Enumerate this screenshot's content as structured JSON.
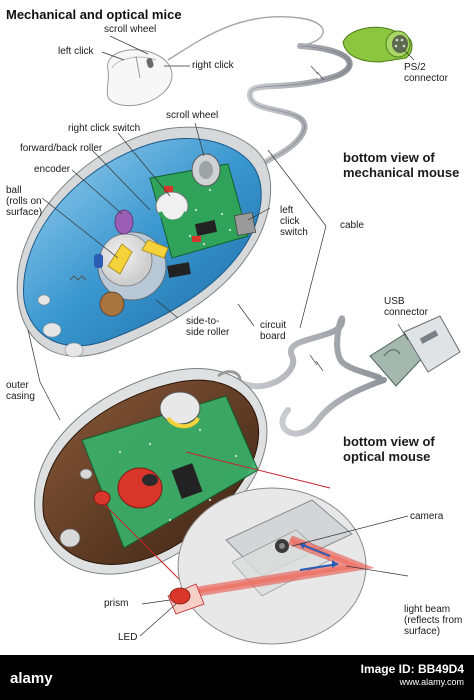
{
  "title": "Mechanical and optical mice",
  "top_mouse": {
    "scroll_wheel": "scroll wheel",
    "left_click": "left click",
    "right_click": "right click"
  },
  "ps2": {
    "label": "PS/2\nconnector"
  },
  "mechanical": {
    "heading": "bottom view of\nmechanical mouse",
    "labels": {
      "scroll_wheel": "scroll wheel",
      "right_click_switch": "right click switch",
      "forward_back_roller": "forward/back roller",
      "encoder": "encoder",
      "ball": "ball\n(rolls on\nsurface)",
      "left_click_switch": "left\nclick\nswitch",
      "cable": "cable",
      "side_roller": "side-to-\nside roller",
      "circuit_board": "circuit\nboard"
    }
  },
  "usb": {
    "label": "USB\nconnector"
  },
  "optical": {
    "heading": "bottom view of\noptical mouse",
    "labels": {
      "outer_casing": "outer\ncasing",
      "camera": "camera",
      "prism": "prism",
      "led": "LED",
      "light_beam": "light beam\n(reflects from\nsurface)"
    }
  },
  "watermark": {
    "brand": "alamy",
    "image_id_label": "Image ID: BB49D4",
    "site": "www.alamy.com"
  },
  "colors": {
    "shell_blue": "#2f8fc9",
    "board_green": "#2fa35a",
    "connector_green": "#8cc63f",
    "beam_red": "#e8463a"
  }
}
